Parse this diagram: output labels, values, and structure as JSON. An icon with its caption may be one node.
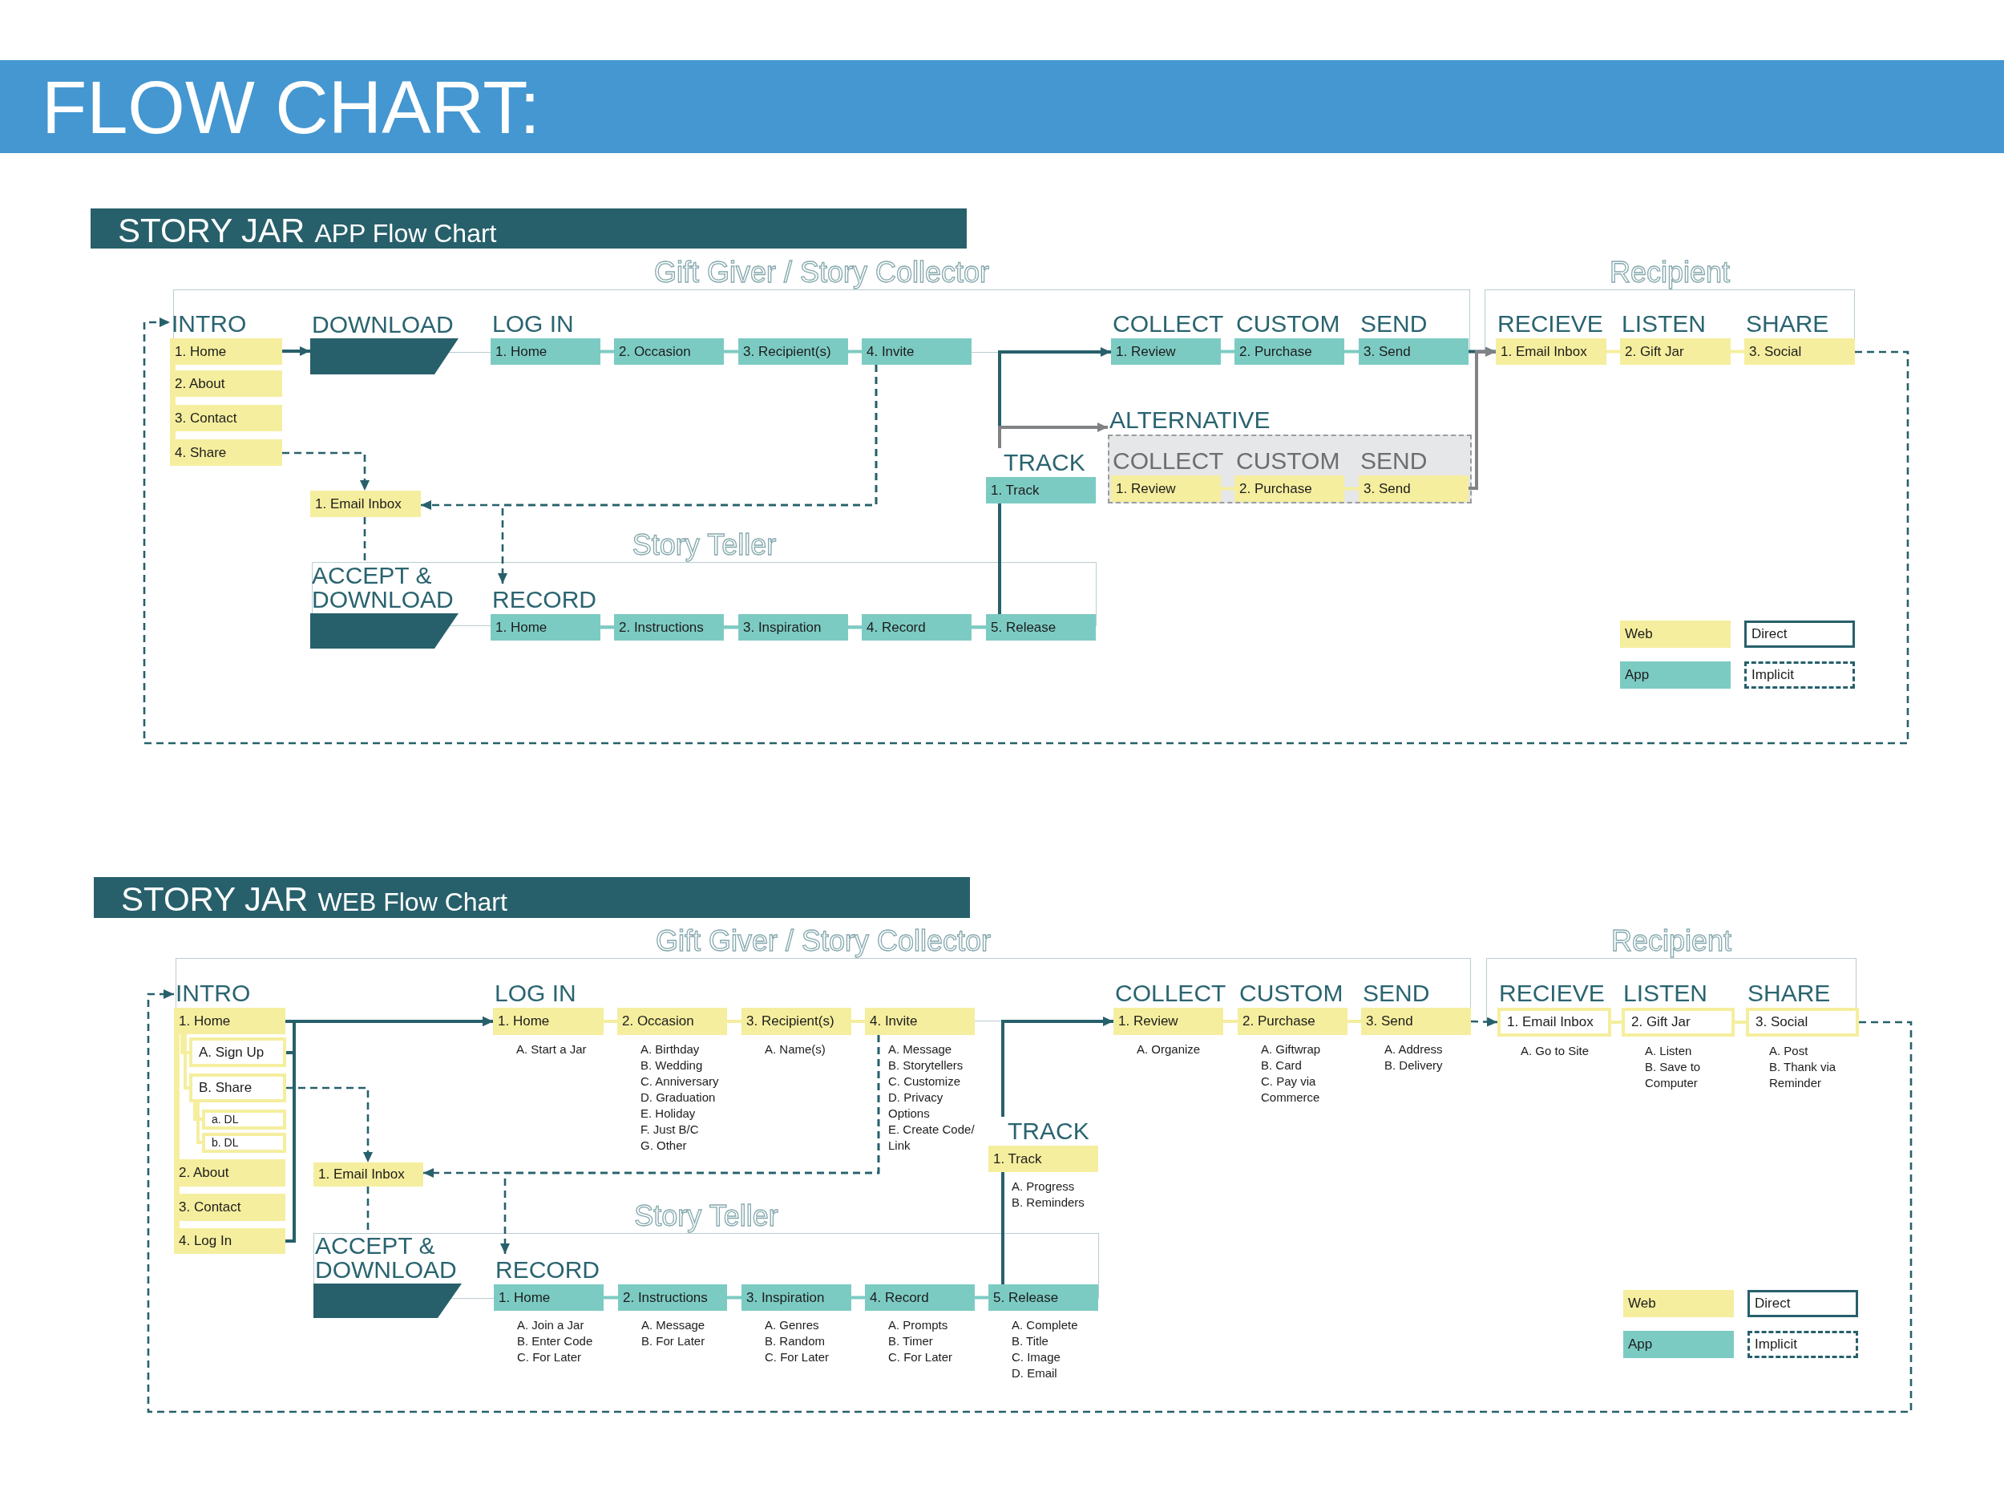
{
  "diagram": {
    "title": "FLOW CHART:",
    "nodes": [
      {
        "text": [
          "Gift Giver / Story Collector"
        ]
      },
      {
        "text": [
          "INTRO",
          "1. Home"
        ]
      },
      {
        "text": [
          "2. About"
        ]
      },
      {
        "text": [
          "3. Contact"
        ]
      },
      {
        "text": [
          "4. Share"
        ]
      },
      {
        "text": [
          "DOWNLOAD"
        ]
      },
      {
        "text": [
          "LOG IN",
          "1. Home"
        ]
      },
      {
        "text": [
          "2. Occasion"
        ]
      },
      {
        "text": [
          "3. Recipient(s)"
        ]
      },
      {
        "text": [
          "4. Invite"
        ]
      },
      {
        "text": [
          "COLLECT",
          "1. Review"
        ]
      },
      {
        "text": [
          "CUSTOM",
          "2. Purchase"
        ]
      },
      {
        "text": [
          "SEND",
          "3. Send"
        ]
      },
      {
        "text": [
          "Recipient"
        ]
      },
      {
        "text": [
          "RECIEVE",
          "1. Email Inbox"
        ]
      },
      {
        "text": [
          "LISTEN",
          "2. Gift Jar"
        ]
      },
      {
        "text": [
          "SHARE",
          "3. Social"
        ]
      },
      {
        "text": [
          "ALTERNATIVE"
        ]
      },
      {
        "text": [
          "COLLECT",
          "1. Review"
        ],
        "in": 17
      },
      {
        "text": [
          "CUSTOM",
          "2. Purchase"
        ],
        "in": 17
      },
      {
        "text": [
          "SEND",
          "3. Send"
        ],
        "in": 17
      },
      {
        "text": [
          "TRACK",
          "1. Track"
        ]
      },
      {
        "text": [
          "1. Email Inbox"
        ]
      },
      {
        "text": [
          "Story Teller"
        ]
      },
      {
        "text": [
          "ACCEPT & DOWNLOAD"
        ]
      },
      {
        "text": [
          "RECORD",
          "1. Home"
        ]
      },
      {
        "text": [
          "2. Instructions"
        ]
      },
      {
        "text": [
          "3. Inspiration"
        ]
      },
      {
        "text": [
          "4. Record"
        ]
      },
      {
        "text": [
          "5. Release"
        ]
      },
      {
        "text": [
          "Gift Giver / Story Collector"
        ]
      },
      {
        "text": [
          "INTRO",
          "1. Home"
        ]
      },
      {
        "text": [
          "A. Sign Up"
        ]
      },
      {
        "text": [
          "B. Share"
        ]
      },
      {
        "text": [
          "a. DL"
        ]
      },
      {
        "text": [
          "b. DL"
        ]
      },
      {
        "text": [
          "2. About"
        ]
      },
      {
        "text": [
          "3. Contact"
        ]
      },
      {
        "text": [
          "4. Log In"
        ]
      },
      {
        "text": [
          "LOG IN",
          "1. Home"
        ],
        "beside": [
          "A. Start a Jar"
        ]
      },
      {
        "text": [
          "2. Occasion"
        ],
        "beside": [
          "A. Birthday",
          "B. Wedding",
          "C. Anniversary",
          "D. Graduation",
          "E. Holiday",
          "F. Just B/C",
          "G. Other"
        ]
      },
      {
        "text": [
          "3. Recipient(s)"
        ],
        "beside": [
          "A. Name(s)"
        ]
      },
      {
        "text": [
          "4. Invite"
        ],
        "beside": [
          "A. Message",
          "B. Storytellers",
          "C. Customize",
          "D. Privacy Options",
          "E. Create Code/ Link"
        ]
      },
      {
        "text": [
          "COLLECT",
          "1. Review"
        ],
        "beside": [
          "A. Organize"
        ]
      },
      {
        "text": [
          "CUSTOM",
          "2. Purchase"
        ],
        "beside": [
          "A. Giftwrap",
          "B. Card",
          "C. Pay via Commerce"
        ]
      },
      {
        "text": [
          "SEND",
          "3. Send"
        ],
        "beside": [
          "A. Address",
          "B. Delivery"
        ]
      },
      {
        "text": [
          "Recipient"
        ]
      },
      {
        "text": [
          "RECIEVE",
          "1. Email Inbox"
        ],
        "beside": [
          "A. Go to Site"
        ]
      },
      {
        "text": [
          "LISTEN",
          "2. Gift Jar"
        ],
        "beside": [
          "A. Listen",
          "B. Save to Computer"
        ]
      },
      {
        "text": [
          "SHARE",
          "3. Social"
        ],
        "beside": [
          "A. Post",
          "B. Thank via Reminder"
        ]
      },
      {
        "text": [
          "TRACK",
          "1. Track"
        ],
        "beside": [
          "A. Progress",
          "B. Reminders"
        ]
      },
      {
        "text": [
          "1. Email Inbox"
        ]
      },
      {
        "text": [
          "Story Teller"
        ]
      },
      {
        "text": [
          "ACCEPT & DOWNLOAD"
        ]
      },
      {
        "text": [
          "RECORD",
          "1. Home"
        ],
        "beside": [
          "A. Join a Jar",
          "B. Enter Code",
          "C. For Later"
        ]
      },
      {
        "text": [
          "2. Instructions"
        ],
        "beside": [
          "A. Message",
          "B. For Later"
        ]
      },
      {
        "text": [
          "3. Inspiration"
        ],
        "beside": [
          "A. Genres",
          "B. Random",
          "C. For Later"
        ]
      },
      {
        "text": [
          "4. Record"
        ],
        "beside": [
          "A. Prompts",
          "B. Timer",
          "C. For Later"
        ]
      },
      {
        "text": [
          "5. Release"
        ],
        "beside": [
          "A. Complete",
          "B. Title",
          "C. Image",
          "D. Email"
        ]
      }
    ],
    "edges": [
      {
        "from": 1,
        "to": 5,
        "arrow": "to"
      },
      {
        "from": 6,
        "to": 7,
        "arrow": "none",
        "color": "#7ccbc3"
      },
      {
        "from": 7,
        "to": 8,
        "arrow": "none",
        "color": "#7ccbc3"
      },
      {
        "from": 8,
        "to": 9,
        "arrow": "none",
        "color": "#7ccbc3"
      },
      {
        "from": 10,
        "to": 11,
        "arrow": "none",
        "color": "#7ccbc3"
      },
      {
        "from": 11,
        "to": 12,
        "arrow": "none",
        "color": "#7ccbc3"
      },
      {
        "from": 12,
        "to": 14,
        "arrow": "to"
      },
      {
        "from": 14,
        "to": 15,
        "arrow": "none",
        "color": "#f5ee9e"
      },
      {
        "from": 15,
        "to": 16,
        "arrow": "none",
        "color": "#f5ee9e"
      },
      {
        "from": 18,
        "to": 19,
        "arrow": "none",
        "color": "#f5ee9e"
      },
      {
        "from": 19,
        "to": 20,
        "arrow": "none",
        "color": "#f5ee9e"
      },
      {
        "from": 20,
        "to": 14,
        "arrow": "to",
        "color": "#808285"
      },
      {
        "from": 21,
        "to": 10,
        "arrow": "to"
      },
      {
        "from": 21,
        "to": 17,
        "arrow": "to",
        "color": "#808285"
      },
      {
        "from": 29,
        "to": 21,
        "arrow": "none"
      },
      {
        "from": 4,
        "to": 22,
        "arrow": "to",
        "style": "dashed"
      },
      {
        "from": 9,
        "to": 22,
        "arrow": "to",
        "style": "dashed"
      },
      {
        "from": 9,
        "to": 25,
        "arrow": "to",
        "style": "dashed"
      },
      {
        "from": 22,
        "to": 24,
        "arrow": "none",
        "style": "dashed"
      },
      {
        "from": 25,
        "to": 26,
        "arrow": "none",
        "color": "#7ccbc3"
      },
      {
        "from": 26,
        "to": 27,
        "arrow": "none",
        "color": "#7ccbc3"
      },
      {
        "from": 27,
        "to": 28,
        "arrow": "none",
        "color": "#7ccbc3"
      },
      {
        "from": 28,
        "to": 29,
        "arrow": "none",
        "color": "#7ccbc3"
      },
      {
        "from": 16,
        "to": 1,
        "arrow": "to",
        "style": "dashed"
      },
      {
        "from": 31,
        "to": 39,
        "arrow": "to"
      },
      {
        "from": 32,
        "to": 39,
        "arrow": "to"
      },
      {
        "from": 38,
        "to": 39,
        "arrow": "to"
      },
      {
        "from": 39,
        "to": 40,
        "arrow": "none",
        "color": "#f5ee9e"
      },
      {
        "from": 40,
        "to": 41,
        "arrow": "none",
        "color": "#f5ee9e"
      },
      {
        "from": 41,
        "to": 42,
        "arrow": "none",
        "color": "#f5ee9e"
      },
      {
        "from": 43,
        "to": 44,
        "arrow": "none",
        "color": "#f5ee9e"
      },
      {
        "from": 44,
        "to": 45,
        "arrow": "none",
        "color": "#f5ee9e"
      },
      {
        "from": 45,
        "to": 47,
        "arrow": "to",
        "style": "dashed"
      },
      {
        "from": 47,
        "to": 48,
        "arrow": "none",
        "color": "#f5ee9e"
      },
      {
        "from": 48,
        "to": 49,
        "arrow": "none",
        "color": "#f5ee9e"
      },
      {
        "from": 50,
        "to": 43,
        "arrow": "to"
      },
      {
        "from": 58,
        "to": 50,
        "arrow": "none"
      },
      {
        "from": 33,
        "to": 51,
        "arrow": "to",
        "style": "dashed"
      },
      {
        "from": 42,
        "to": 51,
        "arrow": "to",
        "style": "dashed"
      },
      {
        "from": 42,
        "to": 54,
        "arrow": "to",
        "style": "dashed"
      },
      {
        "from": 51,
        "to": 53,
        "arrow": "none",
        "style": "dashed"
      },
      {
        "from": 54,
        "to": 55,
        "arrow": "none",
        "color": "#7ccbc3"
      },
      {
        "from": 55,
        "to": 56,
        "arrow": "none",
        "color": "#7ccbc3"
      },
      {
        "from": 56,
        "to": 57,
        "arrow": "none",
        "color": "#7ccbc3"
      },
      {
        "from": 57,
        "to": 58,
        "arrow": "none",
        "color": "#7ccbc3"
      },
      {
        "from": 49,
        "to": 31,
        "arrow": "to",
        "style": "dashed"
      },
      {
        "from": 31,
        "to": 32,
        "arrow": "none",
        "color": "#f5ee9e"
      },
      {
        "from": 31,
        "to": 33,
        "arrow": "none",
        "color": "#f5ee9e"
      },
      {
        "from": 33,
        "to": 34,
        "arrow": "none",
        "color": "#f5ee9e"
      },
      {
        "from": 33,
        "to": 35,
        "arrow": "none",
        "color": "#f5ee9e"
      }
    ],
    "labels": [
      "STORY JAR",
      "APP Flow Chart",
      "STORY JAR",
      "WEB Flow Chart"
    ],
    "legend": [
      {
        "text": "Web",
        "color": "#f5ee9e"
      },
      {
        "text": "App",
        "color": "#7ccbc3"
      },
      {
        "text": "Direct"
      },
      {
        "text": "Implicit"
      },
      {
        "text": "Web",
        "color": "#f5ee9e"
      },
      {
        "text": "App",
        "color": "#7ccbc3"
      },
      {
        "text": "Direct"
      },
      {
        "text": "Implicit"
      }
    ]
  }
}
